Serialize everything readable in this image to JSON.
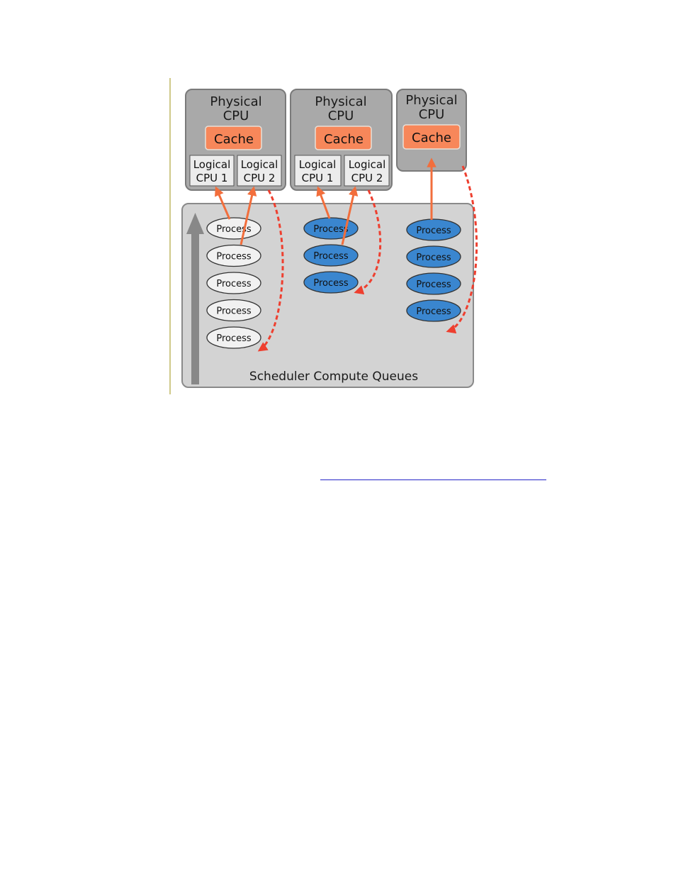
{
  "cpus": [
    {
      "title": [
        "Physical",
        "CPU"
      ],
      "cache": "Cache",
      "logical": [
        [
          "Logical",
          "CPU 1"
        ],
        [
          "Logical",
          "CPU 2"
        ]
      ]
    },
    {
      "title": [
        "Physical",
        "CPU"
      ],
      "cache": "Cache",
      "logical": [
        [
          "Logical",
          "CPU 1"
        ],
        [
          "Logical",
          "CPU 2"
        ]
      ]
    },
    {
      "title": [
        "Physical",
        "CPU"
      ],
      "cache": "Cache",
      "logical": []
    }
  ],
  "queues": {
    "label": "Scheduler Compute Queues",
    "process_label": "Process",
    "columns": [
      {
        "count": 5,
        "style": "white"
      },
      {
        "count": 3,
        "style": "blue"
      },
      {
        "count": 4,
        "style": "blue"
      }
    ]
  },
  "colors": {
    "cpu_box": "#a9a9a9",
    "queue_box": "#d3d3d3",
    "cache": "#f7875a",
    "logical": "#ececec",
    "process_white": "#f1f1f1",
    "process_blue": "#3a86cf",
    "arrow_solid": "#f26e3c",
    "arrow_dashed": "#ee3f2f",
    "queue_arrow": "#888888"
  }
}
